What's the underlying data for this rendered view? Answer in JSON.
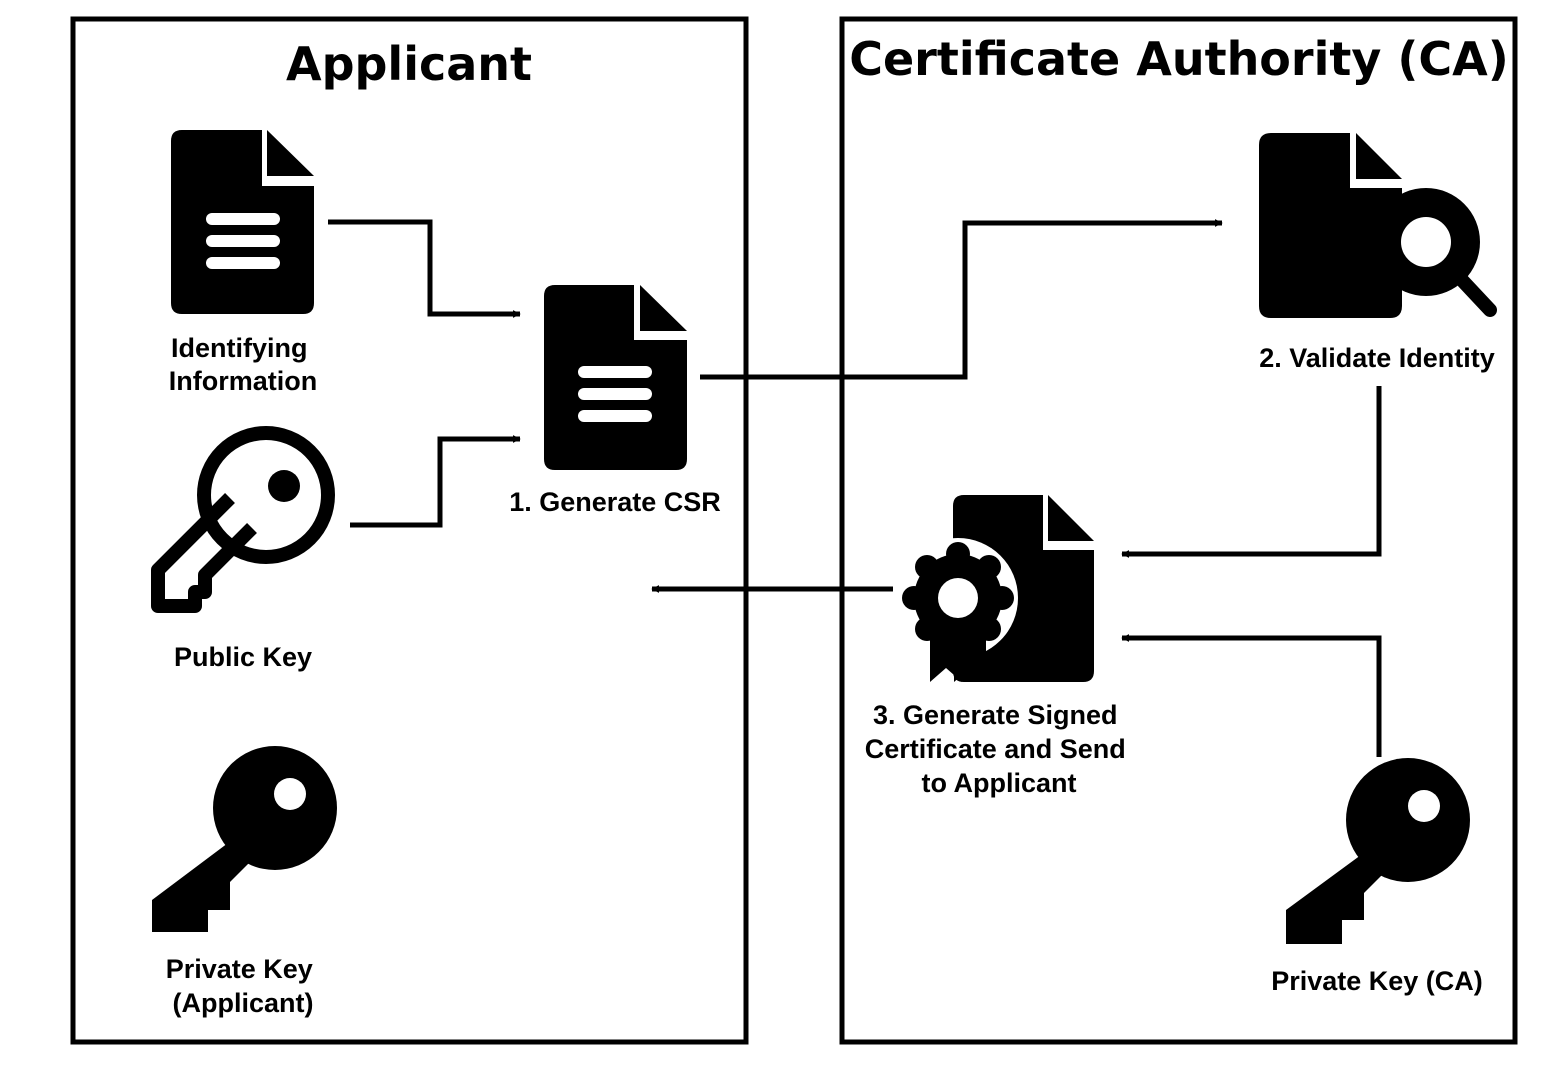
{
  "applicant": {
    "title": "Applicant",
    "identifying_info": [
      "Identifying",
      "Information"
    ],
    "public_key": "Public Key",
    "private_key": [
      "Private Key",
      "(Applicant)"
    ],
    "generate_csr": "1. Generate CSR"
  },
  "ca": {
    "title": "Certificate Authority (CA)",
    "validate_identity": "2. Validate Identity",
    "generate_signed": [
      "3. Generate Signed",
      "Certificate and Send",
      "to Applicant"
    ],
    "private_key": "Private Key (CA)"
  },
  "icons": {
    "identifying_info": "document-icon",
    "public_key": "key-outline-icon",
    "private_key_applicant": "key-solid-icon",
    "csr": "document-icon",
    "validate": "document-search-icon",
    "certificate": "certificate-icon",
    "private_key_ca": "key-solid-icon"
  },
  "colors": {
    "ink": "#000000",
    "background": "#ffffff"
  }
}
